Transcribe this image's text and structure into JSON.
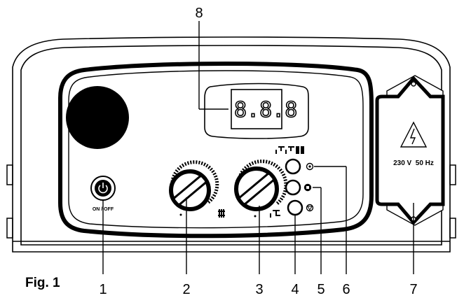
{
  "figure": {
    "caption": "Fig. 1",
    "callouts": [
      "1",
      "2",
      "3",
      "4",
      "5",
      "6",
      "7",
      "8"
    ]
  },
  "panel": {
    "power_button_label": "ON / OFF",
    "display_digits": "8.8.8",
    "electrical_cover_label": "230 V  50 Hz"
  },
  "icons": {
    "power": "power-icon",
    "heating": "radiator-icon",
    "hot_water": "tap-icon",
    "mode_select": "tap-radiator-mode-icon",
    "warning": "high-voltage-warning-icon"
  }
}
